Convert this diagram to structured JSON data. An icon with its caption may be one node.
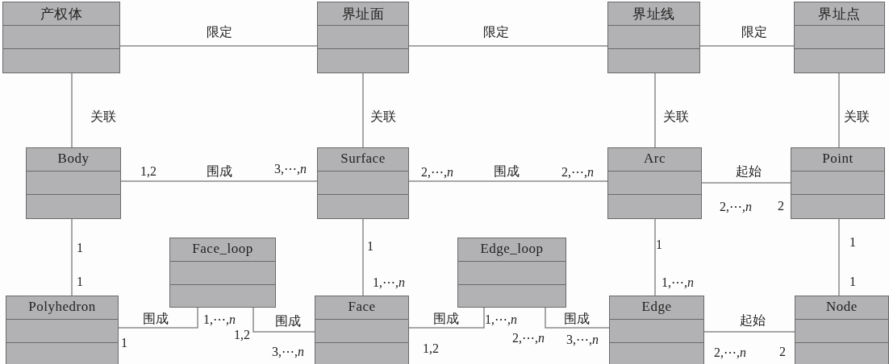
{
  "diagram": {
    "nodes": [
      {
        "text": [
          "产权体"
        ]
      },
      {
        "text": [
          "界址面"
        ]
      },
      {
        "text": [
          "界址线"
        ]
      },
      {
        "text": [
          "界址点"
        ]
      },
      {
        "text": [
          "Body"
        ]
      },
      {
        "text": [
          "Surface"
        ]
      },
      {
        "text": [
          "Arc"
        ]
      },
      {
        "text": [
          "Point"
        ]
      },
      {
        "text": [
          "Face_loop"
        ]
      },
      {
        "text": [
          "Edge_loop"
        ]
      },
      {
        "text": [
          "Polyhedron"
        ]
      },
      {
        "text": [
          "Face"
        ]
      },
      {
        "text": [
          "Edge"
        ]
      },
      {
        "text": [
          "Node"
        ]
      }
    ],
    "edges": [
      {
        "from": 0,
        "to": 1,
        "arrow": "none",
        "label": "限定"
      },
      {
        "from": 1,
        "to": 2,
        "arrow": "none",
        "label": "限定"
      },
      {
        "from": 2,
        "to": 3,
        "arrow": "none",
        "label": "限定"
      },
      {
        "from": 0,
        "to": 4,
        "arrow": "none",
        "label": "关联"
      },
      {
        "from": 1,
        "to": 5,
        "arrow": "none",
        "label": "关联"
      },
      {
        "from": 2,
        "to": 6,
        "arrow": "none",
        "label": "关联"
      },
      {
        "from": 3,
        "to": 7,
        "arrow": "none",
        "label": "关联"
      },
      {
        "from": 4,
        "to": 5,
        "arrow": "none",
        "label": "围成"
      },
      {
        "from": 5,
        "to": 6,
        "arrow": "none",
        "label": "围成"
      },
      {
        "from": 6,
        "to": 7,
        "arrow": "none",
        "label": "起始"
      },
      {
        "from": 4,
        "to": 10,
        "arrow": "none"
      },
      {
        "from": 5,
        "to": 11,
        "arrow": "none"
      },
      {
        "from": 6,
        "to": 12,
        "arrow": "none"
      },
      {
        "from": 7,
        "to": 13,
        "arrow": "none"
      },
      {
        "from": 10,
        "to": 8,
        "arrow": "none",
        "label": "围成"
      },
      {
        "from": 8,
        "to": 11,
        "arrow": "none",
        "label": "围成"
      },
      {
        "from": 11,
        "to": 9,
        "arrow": "none",
        "label": "围成"
      },
      {
        "from": 9,
        "to": 12,
        "arrow": "none",
        "label": "围成"
      },
      {
        "from": 12,
        "to": 13,
        "arrow": "none",
        "label": "起始"
      }
    ],
    "labels": [
      "1,2",
      "3,⋯,*n*",
      "2,⋯,*n*",
      "2,⋯,*n*",
      "2,⋯,*n*",
      "2",
      "1",
      "1",
      "1",
      "1,⋯,*n*",
      "1",
      "1,⋯,*n*",
      "1",
      "1",
      "1,⋯,*n*",
      "1,2",
      "1",
      "3,⋯,*n*",
      "1,2",
      "1,⋯,*n*",
      "2,⋯,*n*",
      "3,⋯,*n*",
      "2,⋯,*n*",
      "2"
    ]
  }
}
